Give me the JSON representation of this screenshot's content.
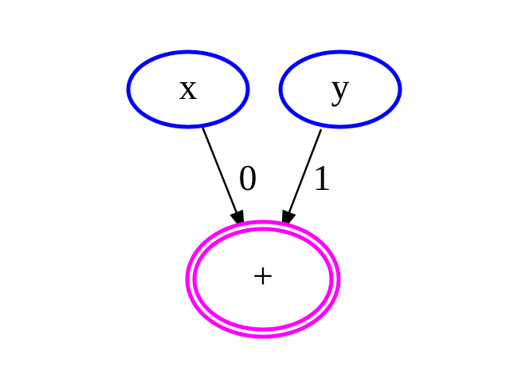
{
  "canvas": {
    "background_color": "#ffffff"
  },
  "diagram": {
    "type": "directed-graph",
    "nodes": [
      {
        "id": "x",
        "label": "x",
        "shape": "ellipse",
        "stroke": "#0000ff",
        "fill": "#ffffff",
        "text_color": "#000000"
      },
      {
        "id": "y",
        "label": "y",
        "shape": "ellipse",
        "stroke": "#0000ff",
        "fill": "#ffffff",
        "text_color": "#000000"
      },
      {
        "id": "plus",
        "label": "+",
        "shape": "double-ellipse",
        "stroke": "#ff00ff",
        "fill": "#ffffff",
        "text_color": "#000000"
      }
    ],
    "edges": [
      {
        "from": "x",
        "to": "plus",
        "label": "0",
        "color": "#000000",
        "arrowhead": "filled-triangle"
      },
      {
        "from": "y",
        "to": "plus",
        "label": "1",
        "color": "#000000",
        "arrowhead": "filled-triangle"
      }
    ]
  }
}
